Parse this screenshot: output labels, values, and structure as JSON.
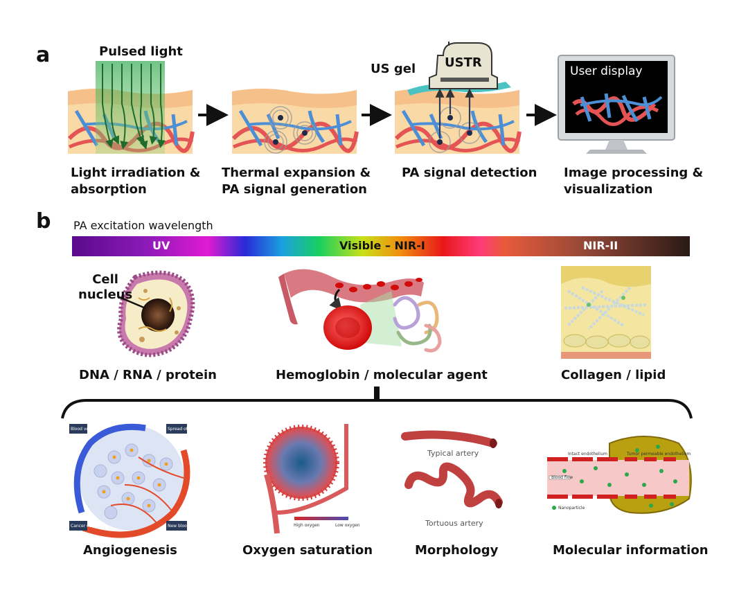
{
  "panel_a": {
    "label": "a",
    "pulsed_light": "Pulsed light",
    "us_gel": "US gel",
    "ustr": "USTR",
    "user_display": "User display",
    "steps": [
      {
        "line1": "Light irradiation &",
        "line2": "absorption"
      },
      {
        "line1": "Thermal expansion &",
        "line2": "PA signal generation"
      },
      {
        "line1": "PA signal detection",
        "line2": ""
      },
      {
        "line1": "Image processing &",
        "line2": "visualization"
      }
    ]
  },
  "panel_b": {
    "label": "b",
    "wavelength_title": "PA excitation wavelength",
    "bands": [
      "UV",
      "Visible – NIR-I",
      "NIR-II"
    ],
    "cell_label": "Cell\nnucleus",
    "absorbers": [
      "DNA / RNA / protein",
      "Hemoglobin / molecular agent",
      "Collagen / lipid"
    ],
    "applications": [
      "Angiogenesis",
      "Oxygen saturation",
      "Morphology",
      "Molecular information"
    ],
    "angio_labels": [
      "Blood vessel",
      "Spread of metastases",
      "Cancer cells",
      "New blood vessels"
    ],
    "morph_labels": [
      "Typical artery",
      "Tortuous artery"
    ],
    "oxy_labels": [
      "High oxygen",
      "Low oxygen"
    ],
    "mol_labels": [
      "Intact endothelium",
      "Tumor permeable endothelium",
      "Blood flow",
      "Nanoparticle"
    ]
  },
  "colors": {
    "skin": "#f9d9a6",
    "epidermis": "#f5c089",
    "artery": "#e45454",
    "vein": "#4d8fd6",
    "arrow": "#111111",
    "light_green": "#2fa84f"
  }
}
